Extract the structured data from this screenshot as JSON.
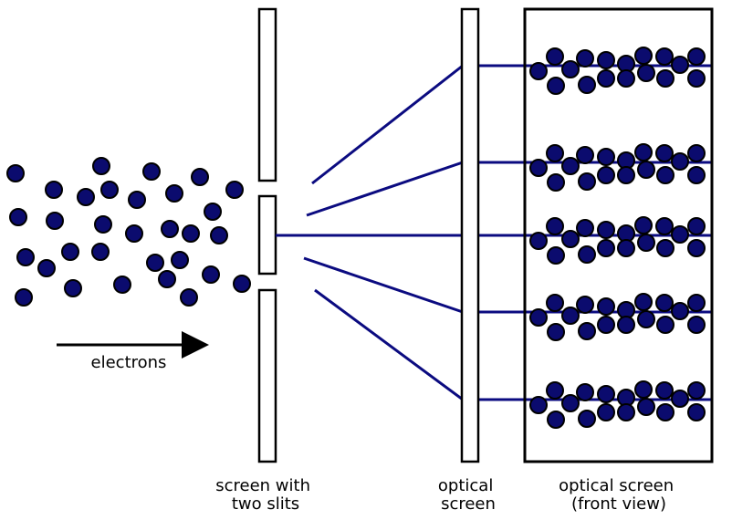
{
  "labels": {
    "electrons": "electrons",
    "two_slit_screen": [
      "screen with",
      "two slits"
    ],
    "optical_screen": [
      "optical",
      "screen"
    ],
    "front_view": [
      "optical screen",
      "(front view)"
    ]
  },
  "colors": {
    "electron_fill": "#0b0b6e",
    "electron_stroke": "#000000",
    "ray": "#0b0b80",
    "outline": "#000000",
    "background": "#ffffff"
  },
  "bands": 5
}
